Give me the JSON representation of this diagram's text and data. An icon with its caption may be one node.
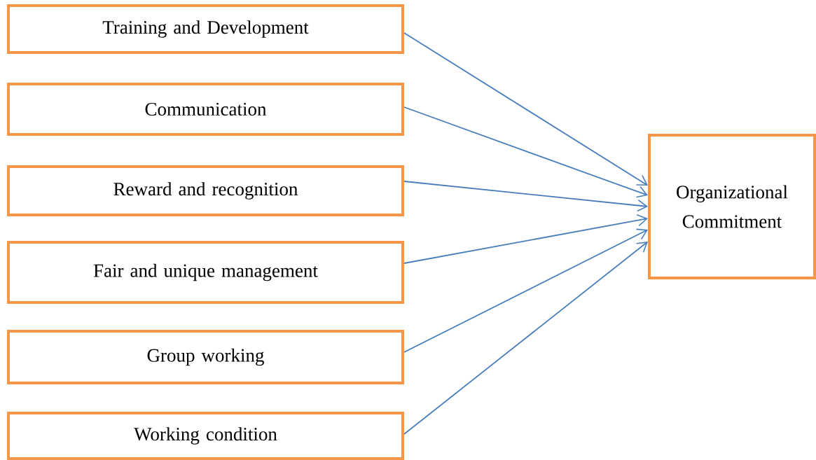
{
  "diagram": {
    "nodes": [
      {
        "text": [
          "Training and Development"
        ]
      },
      {
        "text": [
          "Communication"
        ]
      },
      {
        "text": [
          "Reward and recognition"
        ]
      },
      {
        "text": [
          "Fair and unique management"
        ]
      },
      {
        "text": [
          "Group working"
        ]
      },
      {
        "text": [
          "Working condition"
        ]
      },
      {
        "text": [
          "Organizational Commitment"
        ]
      }
    ],
    "edges": [
      {
        "from": 0,
        "to": 6,
        "arrow": "to"
      },
      {
        "from": 1,
        "to": 6,
        "arrow": "to"
      },
      {
        "from": 2,
        "to": 6,
        "arrow": "to"
      },
      {
        "from": 3,
        "to": 6,
        "arrow": "to"
      },
      {
        "from": 4,
        "to": 6,
        "arrow": "to"
      },
      {
        "from": 5,
        "to": 6,
        "arrow": "to"
      }
    ]
  }
}
